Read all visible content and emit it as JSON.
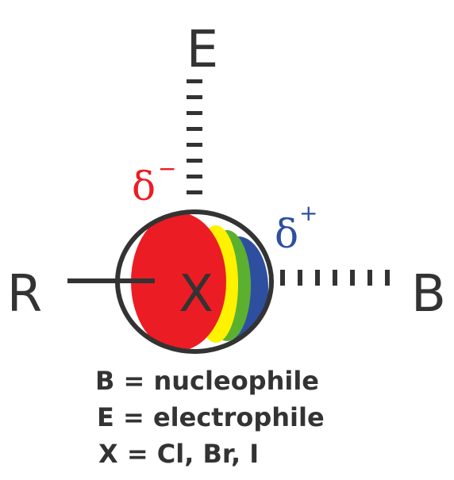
{
  "atoms": {
    "electrophile": "E",
    "r_group": "R",
    "halogen": "X",
    "nucleophile": "B"
  },
  "charges": {
    "negative_symbol": "δ",
    "negative_sign": "−",
    "positive_symbol": "δ",
    "positive_sign": "+"
  },
  "legend": {
    "line1": "B = nucleophile",
    "line2": "E = electrophile",
    "line3": "X = Cl, Br, I"
  },
  "colors": {
    "ink": "#333333",
    "negative_region": "#ec1c24",
    "yellow_band": "#fff200",
    "green_band": "#5bb030",
    "positive_region": "#2e4fa0",
    "positive_label": "#2e4fa0",
    "negative_label": "#ec1c24"
  }
}
